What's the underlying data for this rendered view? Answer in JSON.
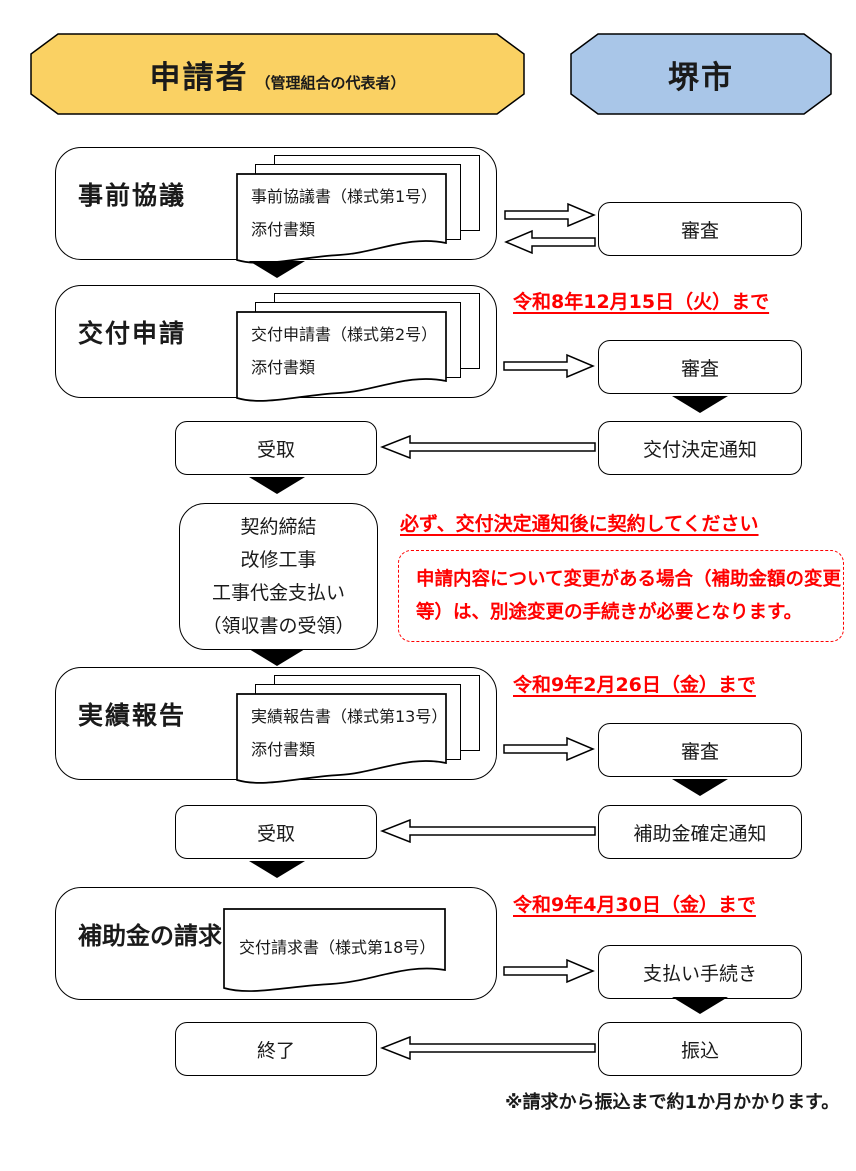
{
  "colors": {
    "applicant_yellow": "#fad163",
    "city_blue": "#a9c6e8",
    "alert_red": "#ff0000",
    "line_black": "#000000"
  },
  "header": {
    "applicant_title": "申請者",
    "applicant_subtitle": "（管理組合の代表者）",
    "city_title": "堺市"
  },
  "steps": {
    "prior": {
      "label": "事前協議",
      "doc1": "事前協議書（様式第1号）",
      "doc2": "添付書類"
    },
    "apply": {
      "label": "交付申請",
      "doc1": "交付申請書（様式第2号）",
      "doc2": "添付書類",
      "deadline": "令和8年12月15日（火）まで"
    },
    "report": {
      "label": "実績報告",
      "doc1": "実績報告書（様式第13号）",
      "doc2": "添付書類",
      "deadline": "令和9年2月26日（金）まで"
    },
    "claim": {
      "label": "補助金の請求",
      "doc1": "交付請求書（様式第18号）",
      "deadline": "令和9年4月30日（金）まで"
    }
  },
  "city_boxes": {
    "review1": "審査",
    "review2": "審査",
    "review3": "審査",
    "grant_decision": "交付決定通知",
    "grant_confirmation": "補助金確定通知",
    "payment_procedure": "支払い手続き",
    "transfer": "振込"
  },
  "applicant_boxes": {
    "receive1": "受取",
    "receive2": "受取",
    "end": "終了",
    "contract_line1": "契約締結",
    "contract_line2": "改修工事",
    "contract_line3": "工事代金支払い",
    "contract_line4": "（領収書の受領）"
  },
  "notes": {
    "contract_warning": "必ず、交付決定通知後に契約してください",
    "change_line1": "申請内容について変更がある場合（補助金額の変更",
    "change_line2": "等）は、別途変更の手続きが必要となります。",
    "transfer_note": "※請求から振込まで約1か月かかります。"
  }
}
